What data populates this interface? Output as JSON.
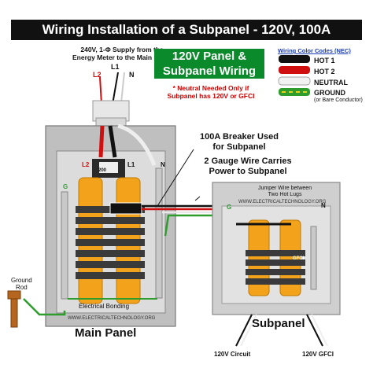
{
  "title": "Wiring Installation of a Subpanel - 120V, 100A",
  "supply_note": [
    "240V, 1-Φ Supply from the",
    "Energy Meter to the Main Panel"
  ],
  "wire_labels": {
    "l1": "L1",
    "l2": "L2",
    "n": "N",
    "g": "G"
  },
  "breaker_rating": "200",
  "header_box": [
    "120V Panel &",
    "Subpanel Wiring"
  ],
  "neutral_note": [
    "* Neutral Needed Only if",
    "Subpanel has 120V or GFCI"
  ],
  "legend": {
    "title": "Wiring Color Codes (NEC)",
    "items": [
      {
        "label": "HOT 1",
        "color": "#111111"
      },
      {
        "label": "HOT 2",
        "color": "#d01010"
      },
      {
        "label": "NEUTRAL",
        "color": "#f2f2f2"
      },
      {
        "label": "GROUND",
        "color": "#2e9d2e"
      }
    ],
    "ground_sub": "(or Bare Conductor)"
  },
  "callouts": {
    "breaker": [
      "100A Breaker Used",
      "for Subpanel"
    ],
    "gauge": [
      "2 Gauge Wire Carries",
      "Power to Subpanel"
    ]
  },
  "jumper_note": [
    "Jumper Wire between",
    "Two Hot Lugs"
  ],
  "website": "WWW.ELECTRICALTECHNOLOGY.ORG",
  "ground_rod": [
    "Ground",
    "Rod"
  ],
  "electrical_bonding": "Electrical Bonding",
  "main_panel": "Main Panel",
  "subpanel": "Subpanel",
  "circuit_120v": "120V Circuit",
  "circuit_gfci": "120V GFCI",
  "gfci_tag": "GFCI",
  "colors": {
    "wire_black": "#111111",
    "wire_red": "#d01010",
    "wire_white": "#f2f2f2",
    "wire_green": "#2e9d2e",
    "busbar": "#f2a31b",
    "panel_gray": "#c9c9c9"
  }
}
